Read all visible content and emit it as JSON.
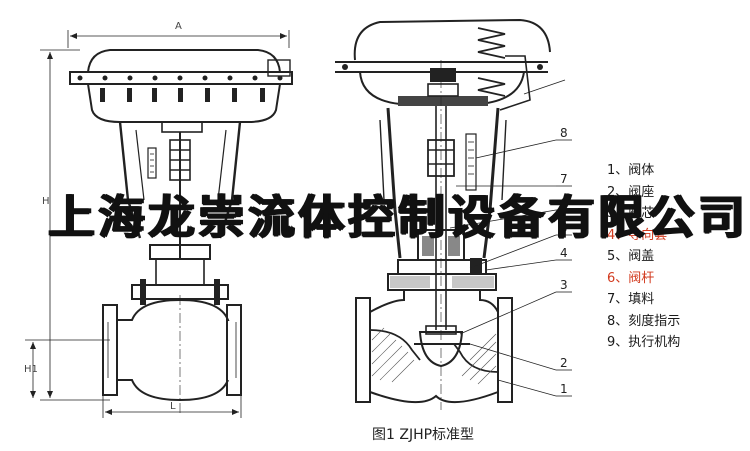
{
  "caption": "图1 ZJHP标准型",
  "watermark": "上海龙崇流体控制设备有限公司",
  "dimension_labels": {
    "A": "A",
    "H": "H",
    "H1": "H1",
    "L": "L"
  },
  "callout_numbers": [
    "8",
    "7",
    "6",
    "5",
    "4",
    "3",
    "2",
    "1"
  ],
  "legend": {
    "items": [
      {
        "label": "1、阀体",
        "accent": false
      },
      {
        "label": "2、阀座",
        "accent": false
      },
      {
        "label": "3、阀芯",
        "accent": false
      },
      {
        "label": "4、导向套",
        "accent": true
      },
      {
        "label": "5、阀盖",
        "accent": false
      },
      {
        "label": "6、阀杆",
        "accent": true
      },
      {
        "label": "7、填料",
        "accent": false
      },
      {
        "label": "8、刻度指示",
        "accent": false
      },
      {
        "label": "9、执行机构",
        "accent": false
      }
    ]
  },
  "colors": {
    "line": "#222222",
    "accent": "#d23a1e",
    "background": "#ffffff"
  }
}
